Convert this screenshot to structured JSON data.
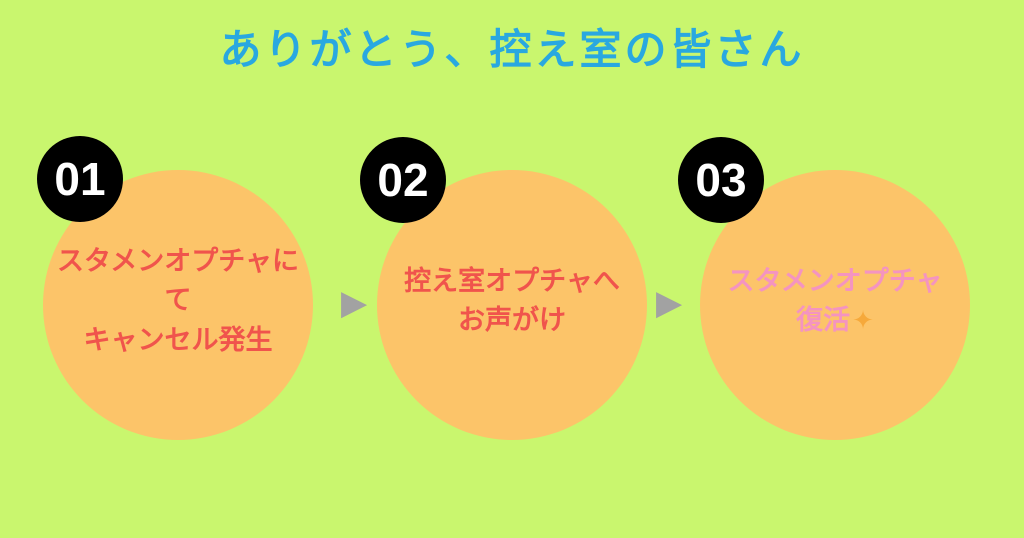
{
  "page": {
    "title": "ありがとう、控え室の皆さん"
  },
  "colors": {
    "background": "#c9f66e",
    "title_blue": "#29a8e0",
    "circle_orange": "#fcc469",
    "badge_black": "#000000",
    "badge_text_white": "#ffffff",
    "step_text_red": "#f0544c",
    "step_text_pink": "#f494c0",
    "sparkle_orange": "#f6a93b",
    "arrow_gray": "#a2a2a2"
  },
  "steps": [
    {
      "number": "01",
      "line1": "スタメンオプチャにて",
      "line2": "キャンセル発生"
    },
    {
      "number": "02",
      "line1": "控え室オプチャへ",
      "line2": "お声がけ"
    },
    {
      "number": "03",
      "line1": "スタメンオプチャ",
      "line2": "復活",
      "sparkle": "✦"
    }
  ],
  "icons": {
    "arrow_right": "▶"
  }
}
